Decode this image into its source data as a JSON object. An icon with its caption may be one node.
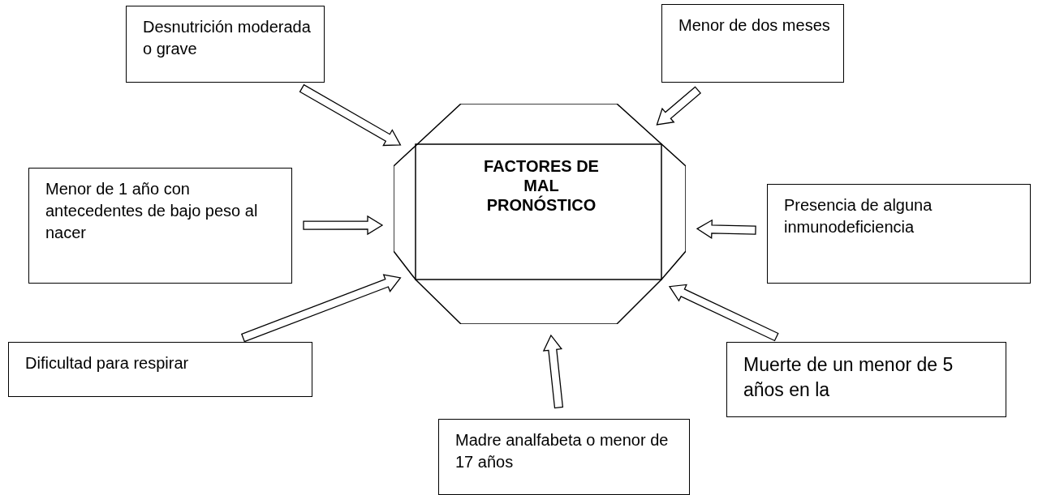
{
  "diagram": {
    "nodes": [
      {
        "text": [
          "FACTORES DE MAL PRONÓSTICO"
        ]
      },
      {
        "text": [
          "Desnutrición moderada o grave"
        ]
      },
      {
        "text": [
          "Menor de dos meses"
        ]
      },
      {
        "text": [
          "Menor de 1 año con antecedentes de bajo peso al nacer"
        ]
      },
      {
        "text": [
          "Presencia de alguna inmunodeficiencia"
        ]
      },
      {
        "text": [
          "Dificultad para respirar"
        ]
      },
      {
        "text": [
          "Muerte de un menor de 5 años en la"
        ]
      },
      {
        "text": [
          "Madre analfabeta o menor de 17 años"
        ]
      }
    ],
    "edges": [
      {
        "from": 1,
        "to": 0,
        "arrow": "to"
      },
      {
        "from": 2,
        "to": 0,
        "arrow": "to"
      },
      {
        "from": 3,
        "to": 0,
        "arrow": "to"
      },
      {
        "from": 4,
        "to": 0,
        "arrow": "to"
      },
      {
        "from": 5,
        "to": 0,
        "arrow": "to"
      },
      {
        "from": 6,
        "to": 0,
        "arrow": "to"
      },
      {
        "from": 7,
        "to": 0,
        "arrow": "to"
      }
    ]
  }
}
